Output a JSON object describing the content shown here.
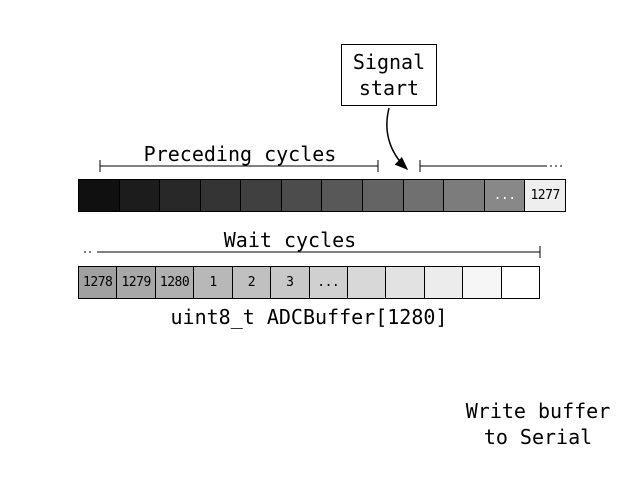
{
  "signal_box": {
    "line1": "Signal",
    "line2": "start"
  },
  "brackets": {
    "preceding_label": "Preceding cycles",
    "wait_label": "Wait cycles"
  },
  "caption": "uint8_t ADCBuffer[1280]",
  "footer": {
    "line1": "Write buffer",
    "line2": "to Serial"
  },
  "row1": {
    "cells": [
      {
        "text": "",
        "color": "#101010",
        "text_color": "#ffffff"
      },
      {
        "text": "",
        "color": "#1c1c1c",
        "text_color": "#ffffff"
      },
      {
        "text": "",
        "color": "#282828",
        "text_color": "#ffffff"
      },
      {
        "text": "",
        "color": "#343434",
        "text_color": "#ffffff"
      },
      {
        "text": "",
        "color": "#404040",
        "text_color": "#ffffff"
      },
      {
        "text": "",
        "color": "#4c4c4c",
        "text_color": "#ffffff"
      },
      {
        "text": "",
        "color": "#585858",
        "text_color": "#ffffff"
      },
      {
        "text": "",
        "color": "#646464",
        "text_color": "#ffffff"
      },
      {
        "text": "",
        "color": "#707070",
        "text_color": "#ffffff"
      },
      {
        "text": "",
        "color": "#7c7c7c",
        "text_color": "#ffffff"
      },
      {
        "text": "...",
        "color": "#888888",
        "text_color": "#ffffff"
      },
      {
        "text": "1277",
        "color": "#eeeeee",
        "text_color": "#000000"
      }
    ]
  },
  "row2": {
    "cells": [
      {
        "text": "1278",
        "color": "#a0a0a0",
        "text_color": "#000000"
      },
      {
        "text": "1279",
        "color": "#a8a8a8",
        "text_color": "#000000"
      },
      {
        "text": "1280",
        "color": "#b0b0b0",
        "text_color": "#000000"
      },
      {
        "text": "1",
        "color": "#b8b8b8",
        "text_color": "#000000"
      },
      {
        "text": "2",
        "color": "#c0c0c0",
        "text_color": "#000000"
      },
      {
        "text": "3",
        "color": "#c8c8c8",
        "text_color": "#000000"
      },
      {
        "text": "...",
        "color": "#d0d0d0",
        "text_color": "#000000"
      },
      {
        "text": "",
        "color": "#d8d8d8",
        "text_color": "#000000"
      },
      {
        "text": "",
        "color": "#e2e2e2",
        "text_color": "#000000"
      },
      {
        "text": "",
        "color": "#ececec",
        "text_color": "#000000"
      },
      {
        "text": "",
        "color": "#f6f6f6",
        "text_color": "#000000"
      },
      {
        "text": "",
        "color": "#ffffff",
        "text_color": "#000000"
      }
    ]
  }
}
